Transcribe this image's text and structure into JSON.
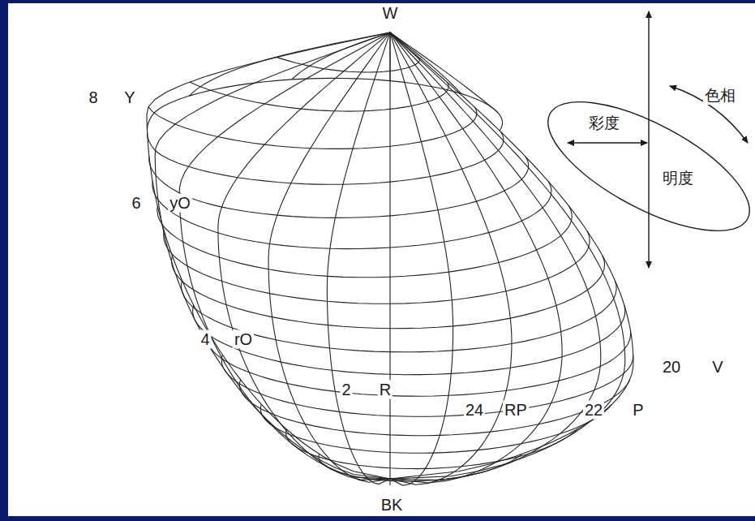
{
  "diagram": {
    "labels": [
      "W",
      "8",
      "Y",
      "6",
      "yO",
      "4",
      "rO",
      "2",
      "R",
      "24",
      "RP",
      "22",
      "P",
      "20",
      "V",
      "BK",
      "彩度",
      "明度",
      "色相"
    ]
  }
}
